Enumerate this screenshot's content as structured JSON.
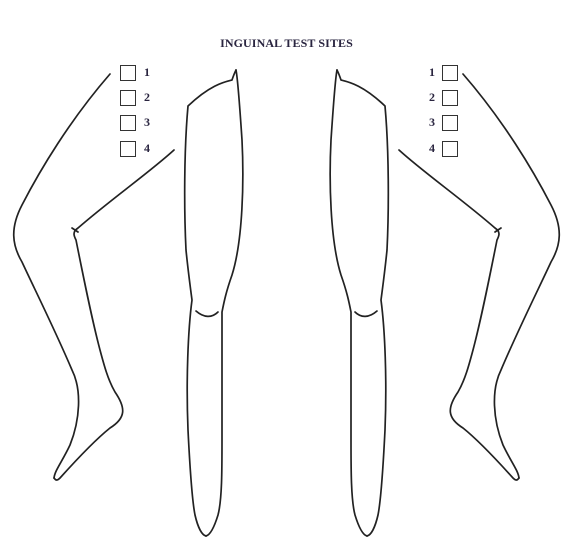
{
  "title": "INGUINAL TEST SITES",
  "sites": {
    "left": [
      {
        "number": "1"
      },
      {
        "number": "2"
      },
      {
        "number": "3"
      },
      {
        "number": "4"
      }
    ],
    "right": [
      {
        "number": "1"
      },
      {
        "number": "2"
      },
      {
        "number": "3"
      },
      {
        "number": "4"
      }
    ]
  }
}
